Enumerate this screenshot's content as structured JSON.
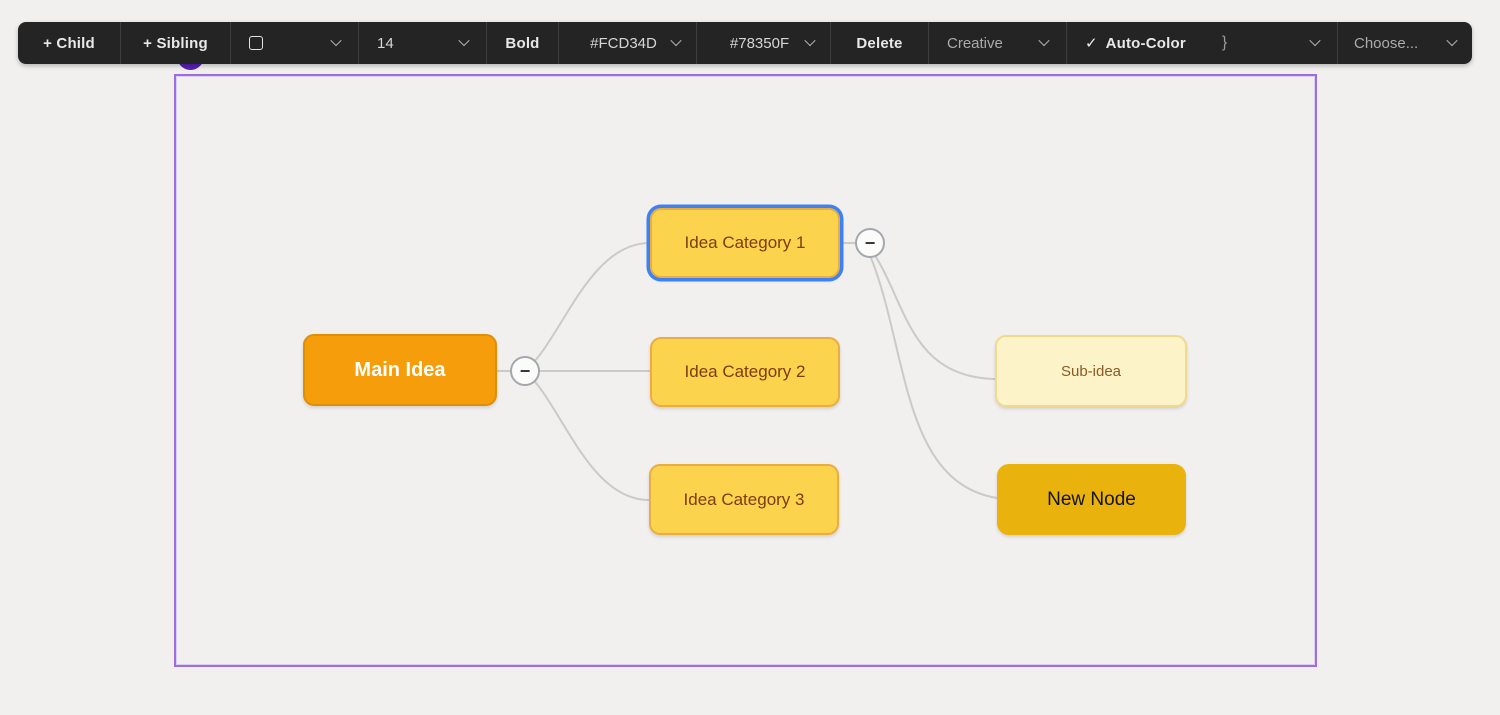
{
  "toolbar": {
    "add_child": "+ Child",
    "add_sibling": "+ Sibling",
    "font_size": "14",
    "bold": "Bold",
    "fill_color": "#FCD34D",
    "text_color": "#78350F",
    "delete": "Delete",
    "theme": "Creative",
    "auto_color": "Auto-Color",
    "choose": "Choose..."
  },
  "icons": {
    "check": "✓",
    "line_style": "}",
    "collapse": "−"
  },
  "mindmap": {
    "main": "Main Idea",
    "category1": "Idea Category 1",
    "category2": "Idea Category 2",
    "category3": "Idea Category 3",
    "sub_idea": "Sub-idea",
    "new_node": "New Node"
  },
  "colors": {
    "toolbar_bg": "#242424",
    "canvas_border": "#a06ce4",
    "main_node_fill": "#F59E0B",
    "category_fill": "#FCD34D",
    "category_text": "#78350F",
    "selection_ring": "#3B82F6",
    "sub_idea_fill": "#FEF3C7",
    "new_node_fill": "#EAB308",
    "connector": "#CBCAC7",
    "collab_dot": "#5A1FB8"
  }
}
